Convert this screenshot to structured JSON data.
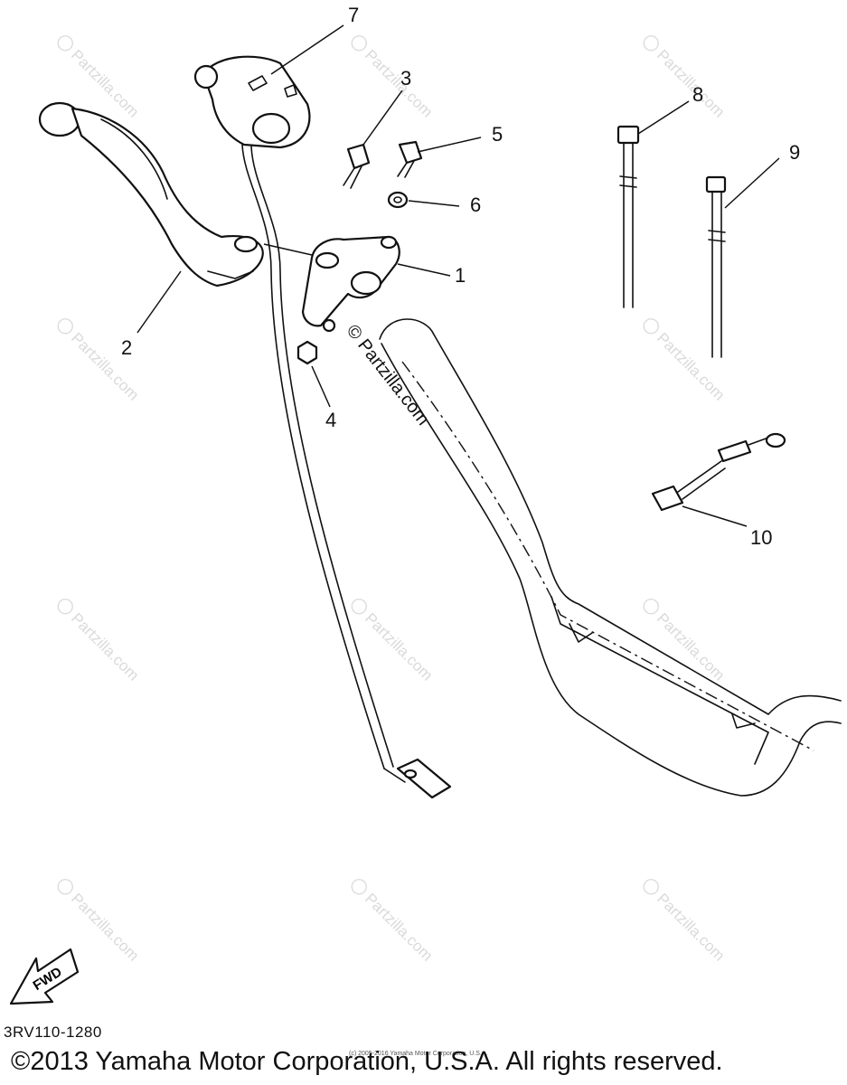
{
  "callouts": [
    {
      "id": "1",
      "label": "1"
    },
    {
      "id": "2",
      "label": "2"
    },
    {
      "id": "3",
      "label": "3"
    },
    {
      "id": "4",
      "label": "4"
    },
    {
      "id": "5",
      "label": "5"
    },
    {
      "id": "6",
      "label": "6"
    },
    {
      "id": "7",
      "label": "7"
    },
    {
      "id": "8",
      "label": "8"
    },
    {
      "id": "9",
      "label": "9"
    },
    {
      "id": "10",
      "label": "10"
    }
  ],
  "watermark": {
    "text": "Partzilla.com",
    "symbol": "©"
  },
  "center_mark": "© Partzilla.com",
  "fwd_label": "FWD",
  "part_code": "3RV110-1280",
  "copyright_small": "(c) 2005-2016 Yamaha Motor Corporation, U.S.A.",
  "copyright": "©2013 Yamaha Motor Corporation, U.S.A. All rights reserved.",
  "colors": {
    "line": "#111111",
    "watermark": "#dadada",
    "background": "#ffffff"
  }
}
